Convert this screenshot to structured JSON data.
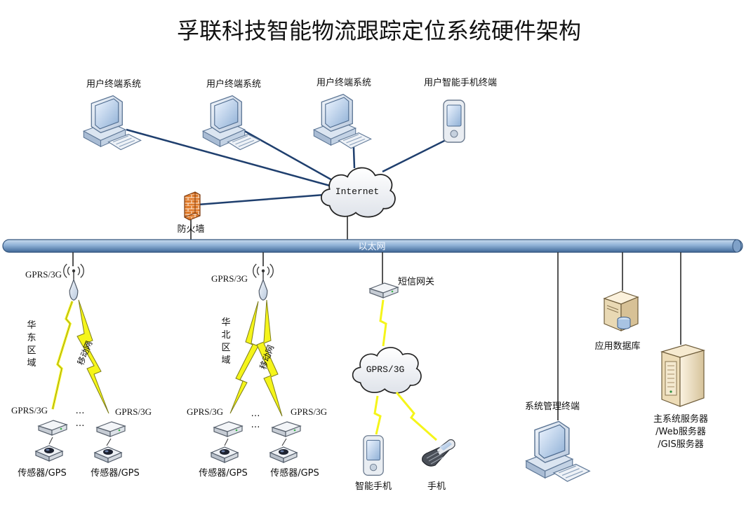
{
  "title": "孚联科技智能物流跟踪定位系统硬件架构",
  "clients": [
    {
      "label": "用户终端系统",
      "icon": "desktop-computer-icon"
    },
    {
      "label": "用户终端系统",
      "icon": "desktop-computer-icon"
    },
    {
      "label": "用户终端系统",
      "icon": "desktop-computer-icon"
    },
    {
      "label": "用户智能手机终端",
      "icon": "smartphone-icon"
    }
  ],
  "internet_label": "Internet",
  "firewall_label": "防火墙",
  "ethernet_label": "以太网",
  "regions": [
    {
      "tower_label": "GPRS/3G",
      "region_label": [
        "华",
        "东",
        "区",
        "域"
      ],
      "network_label": "移动网",
      "left_modem_label": "GPRS/3G",
      "right_modem_label": "GPRS/3G",
      "ellipsis": "…",
      "sensor_left": "传感器/GPS",
      "sensor_right": "传感器/GPS"
    },
    {
      "tower_label": "GPRS/3G",
      "region_label": [
        "华",
        "北",
        "区",
        "域"
      ],
      "network_label": "移动网",
      "left_modem_label": "GPRS/3G",
      "right_modem_label": "GPRS/3G",
      "ellipsis": "…",
      "sensor_left": "传感器/GPS",
      "sensor_right": "传感器/GPS"
    }
  ],
  "sms_gateway_label": "短信网关",
  "mobile_cloud_label": "GPRS/3G",
  "smart_phone_label": "智能手机",
  "phone_label": "手机",
  "mgmt_terminal_label": "系统管理终端",
  "database_label": "应用数据库",
  "server_labels": [
    "主系统服务器",
    "/Web服务器",
    "/GIS服务器"
  ],
  "colors": {
    "link": "#1f3f6e",
    "bus": "#5f86b3",
    "lightning": "#f5f51a",
    "firewall": "#e07b2b"
  }
}
